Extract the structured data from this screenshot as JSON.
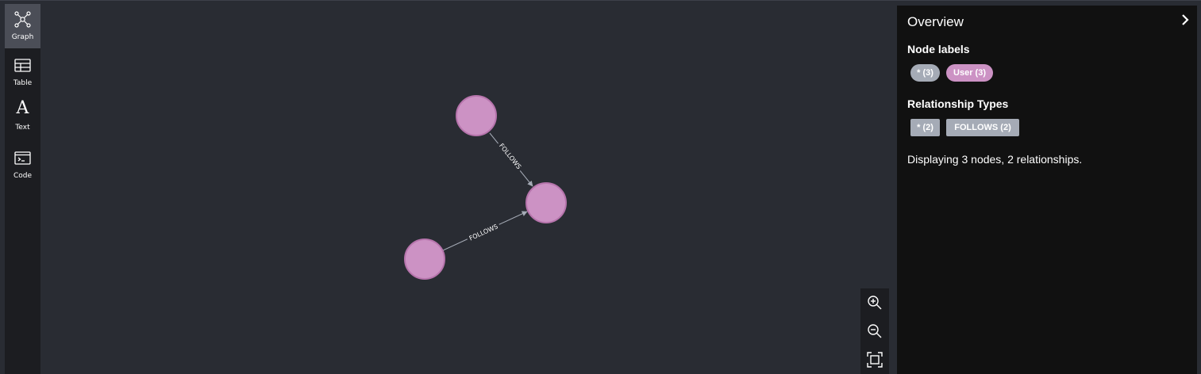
{
  "views": [
    {
      "label": "Graph",
      "icon": "graph-icon",
      "active": true
    },
    {
      "label": "Table",
      "icon": "table-icon",
      "active": false
    },
    {
      "label": "Text",
      "icon": "text-icon",
      "glyph": "A",
      "active": false
    },
    {
      "label": "Code",
      "icon": "code-icon",
      "active": false
    }
  ],
  "graph": {
    "node_color": "#cc92c4",
    "node_border": "#b674ac",
    "relationship_color": "#a5abb6",
    "relationships": [
      {
        "type": "FOLLOWS"
      },
      {
        "type": "FOLLOWS"
      }
    ]
  },
  "zoom_controls": {
    "zoom_in": "zoom-in-icon",
    "zoom_out": "zoom-out-icon",
    "fit": "fit-to-screen-icon"
  },
  "overview": {
    "title": "Overview",
    "node_labels_heading": "Node labels",
    "node_labels": [
      {
        "text": "* (3)",
        "color": "#a5abb6"
      },
      {
        "text": "User (3)",
        "color": "#cc92c4"
      }
    ],
    "relationship_types_heading": "Relationship Types",
    "relationship_types": [
      {
        "text": "* (2)",
        "color": "#a5abb6"
      },
      {
        "text": "FOLLOWS (2)",
        "color": "#a5abb6"
      }
    ],
    "summary": "Displaying 3 nodes, 2 relationships."
  }
}
